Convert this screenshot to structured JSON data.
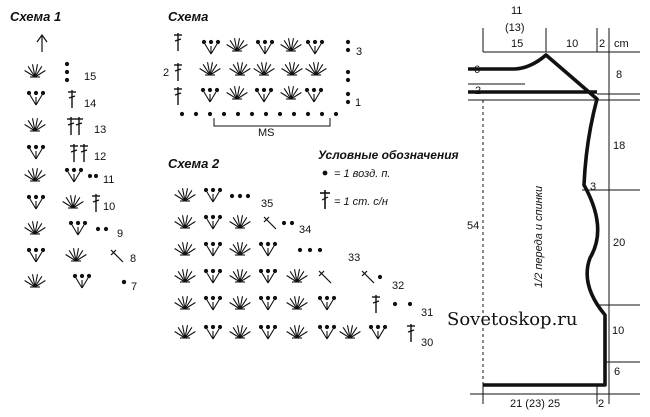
{
  "scheme1": {
    "title": "Схема 1",
    "row_numbers": [
      "15",
      "14",
      "13",
      "12",
      "11",
      "10",
      "9",
      "8",
      "7"
    ]
  },
  "scheme_ms": {
    "title": "Схема",
    "row_numbers": [
      "3",
      "2",
      "1"
    ],
    "repeat_label": "MS"
  },
  "scheme2": {
    "title": "Схема 2",
    "row_numbers": [
      "35",
      "34",
      "33",
      "32",
      "31",
      "30"
    ]
  },
  "legend": {
    "title": "Условные обозначения",
    "items": [
      {
        "symbol": "chain-dot",
        "text": "= 1 возд. п."
      },
      {
        "symbol": "double-crochet",
        "text": "= 1 ст. с/н"
      }
    ]
  },
  "pattern": {
    "top_labels": [
      "11",
      "(13)",
      "15",
      "10",
      "2",
      "cm"
    ],
    "right_labels": [
      "8",
      "18",
      "3",
      "20",
      "10",
      "6"
    ],
    "left_labels": [
      "6",
      "2",
      "54"
    ],
    "bottom_labels": [
      "21 (23) 25",
      "2"
    ],
    "vertical_text": "1/2 переда и спинки"
  },
  "watermark": "Sovetoskop.ru"
}
